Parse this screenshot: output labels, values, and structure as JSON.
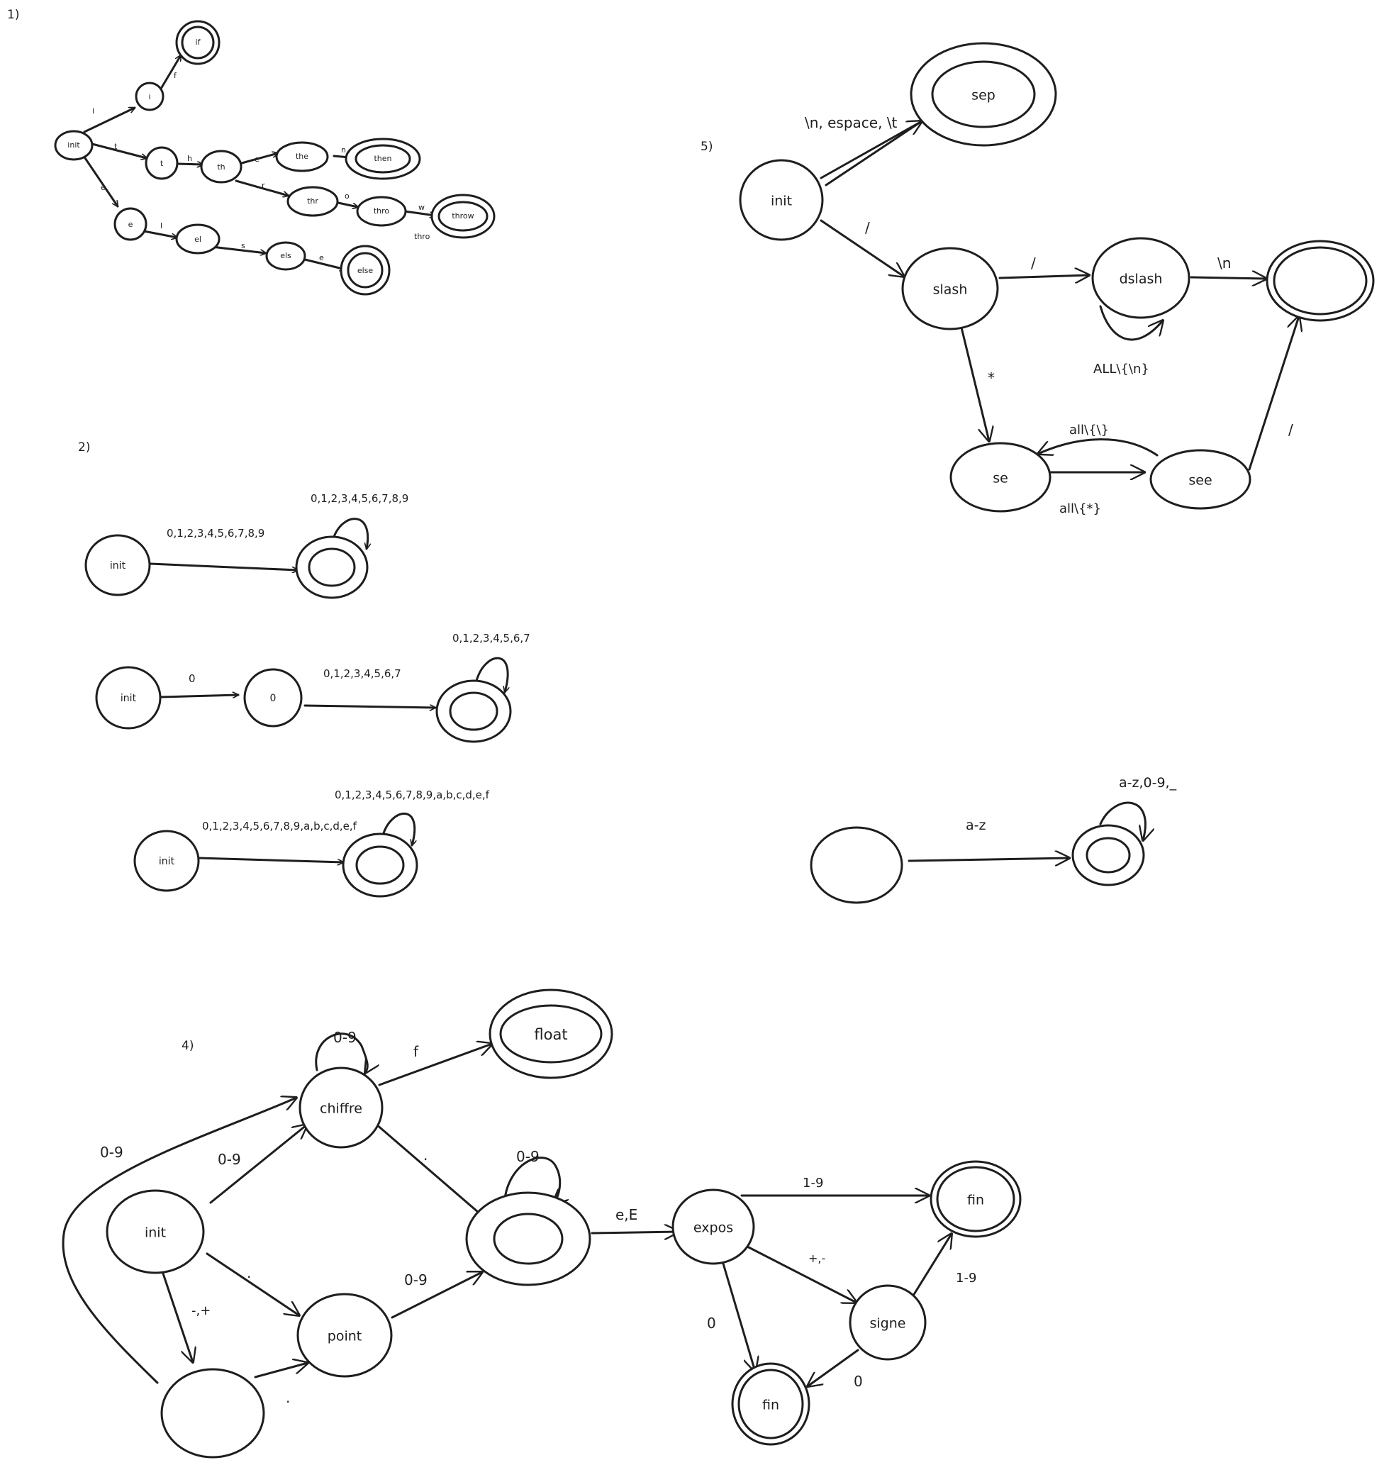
{
  "colors": {
    "ink": "#1e1e1e",
    "background": "#ffffff"
  },
  "sections": {
    "s1": "1)",
    "s2": "2)",
    "s4": "4)",
    "s5": "5)"
  },
  "d1": {
    "nodes": {
      "init": "init",
      "i": "i",
      "if": "if",
      "t": "t",
      "th": "th",
      "the": "the",
      "then": "then",
      "thr": "thr",
      "thro": "thro",
      "throw": "throw",
      "e": "e",
      "el": "el",
      "els": "els",
      "else": "else"
    },
    "edges": {
      "i": "i",
      "f": "f",
      "t": "t",
      "h": "h",
      "e": "e",
      "n": "n",
      "r": "r",
      "o": "o",
      "w": "w",
      "e2": "e",
      "l": "l",
      "s": "s",
      "e3": "e"
    },
    "note": "thro"
  },
  "d2a": {
    "nodes": {
      "init": "init"
    },
    "edges": {
      "main": "0,1,2,3,4,5,6,7,8,9",
      "loop": "0,1,2,3,4,5,6,7,8,9"
    }
  },
  "d2b": {
    "nodes": {
      "init": "init",
      "zero": "0"
    },
    "edges": {
      "first": "0",
      "main": "0,1,2,3,4,5,6,7",
      "loop": "0,1,2,3,4,5,6,7"
    }
  },
  "d2c": {
    "nodes": {
      "init": "init"
    },
    "edges": {
      "main": "0,1,2,3,4,5,6,7,8,9,a,b,c,d,e,f",
      "loop": "0,1,2,3,4,5,6,7,8,9,a,b,c,d,e,f"
    }
  },
  "d5": {
    "nodes": {
      "init": "init",
      "sep": "sep",
      "slash": "slash",
      "dslash": "dslash",
      "se": "se",
      "see": "see"
    },
    "edges": {
      "init_sep": "\\n, espace, \\t",
      "init_slash": "/",
      "slash_dslash": "/",
      "dslash_final": "\\n",
      "dslash_loop": "ALL\\{\\n}",
      "slash_se": "*",
      "see_se": "all\\{\\}",
      "se_see": "all\\{*}",
      "see_final": "/"
    }
  },
  "d6": {
    "edges": {
      "main": "a-z",
      "loop": "a-z,0-9,_"
    }
  },
  "d4": {
    "nodes": {
      "init": "init",
      "chiffre": "chiffre",
      "float": "float",
      "point": "point",
      "expos": "expos",
      "fin1": "fin",
      "signe": "signe",
      "fin2": "fin"
    },
    "edges": {
      "chiffre_loop": "0-9",
      "chiffre_float": "f",
      "init_chiffre": "0-9",
      "sign_chiffre": "0-9",
      "chiffre_dec": ".",
      "init_point": ".",
      "init_sign": "-,+",
      "sign_point": ".",
      "point_dec": "0-9",
      "dec_loop": "0-9",
      "dec_expos": "e,E",
      "expos_fin1": "1-9",
      "expos_signe": "+,-",
      "expos_fin2": "0",
      "signe_fin1": "1-9",
      "signe_fin2": "0"
    }
  }
}
